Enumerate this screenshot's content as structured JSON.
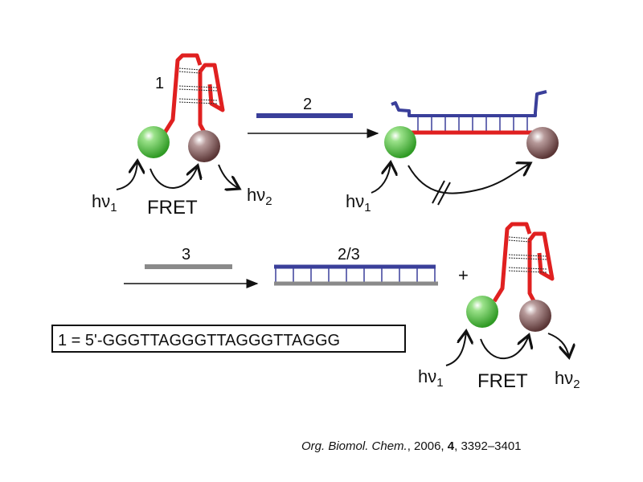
{
  "figure": {
    "compound_1_label": "1",
    "strand_2_label": "2",
    "strand_3_label": "3",
    "duplex_label": "2/3",
    "plus": "+",
    "hv": "hν",
    "sub1": "1",
    "sub2": "2",
    "fret": "FRET",
    "sequence": "1 = 5'-GGGTTAGGGTTAGGGTTAGGG",
    "colors": {
      "red": "#e02020",
      "blue": "#3a3f9a",
      "gray": "#8a8a8a",
      "green": "#4cc03a",
      "brown": "#7a5555"
    }
  },
  "citation": {
    "journal": "Org. Biomol. Chem.",
    "year": ", 2006, ",
    "volume": "4",
    "pages": ", 3392–3401"
  }
}
